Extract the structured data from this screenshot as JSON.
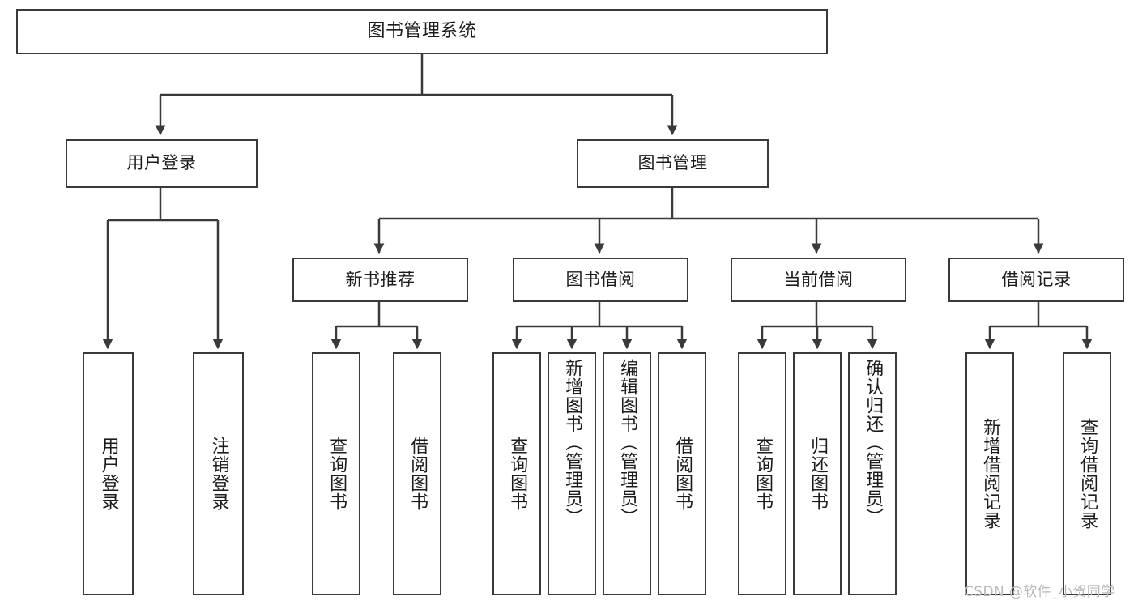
{
  "diagram": {
    "title": "图书管理系统",
    "type": "hierarchy-tree",
    "stroke_color": "#3a3a3a",
    "fill_color": "#ffffff",
    "text_color": "#1c1c1c"
  },
  "watermark": {
    "text": "CSDN @软件_小贺同学",
    "color": "#b9b9b9"
  },
  "nodes": {
    "root": {
      "label": "图书管理系统"
    },
    "level2": [
      {
        "label": "用户登录"
      },
      {
        "label": "图书管理"
      }
    ],
    "level3": [
      {
        "label": "新书推荐"
      },
      {
        "label": "图书借阅"
      },
      {
        "label": "当前借阅"
      },
      {
        "label": "借阅记录"
      }
    ],
    "leaves": {
      "user_login": [
        {
          "label": "用户登录"
        },
        {
          "label": "注销登录"
        }
      ],
      "new_book": [
        {
          "label": "查询图书"
        },
        {
          "label": "借阅图书"
        }
      ],
      "book_borrow": [
        {
          "label": "查询图书"
        },
        {
          "label": "新增图书（管理员）"
        },
        {
          "label": "编辑图书（管理员）"
        },
        {
          "label": "借阅图书"
        }
      ],
      "current_borrow": [
        {
          "label": "查询图书"
        },
        {
          "label": "归还图书"
        },
        {
          "label": "确认归还（管理员）"
        }
      ],
      "borrow_record": [
        {
          "label": "新增借阅记录"
        },
        {
          "label": "查询借阅记录"
        }
      ]
    }
  }
}
